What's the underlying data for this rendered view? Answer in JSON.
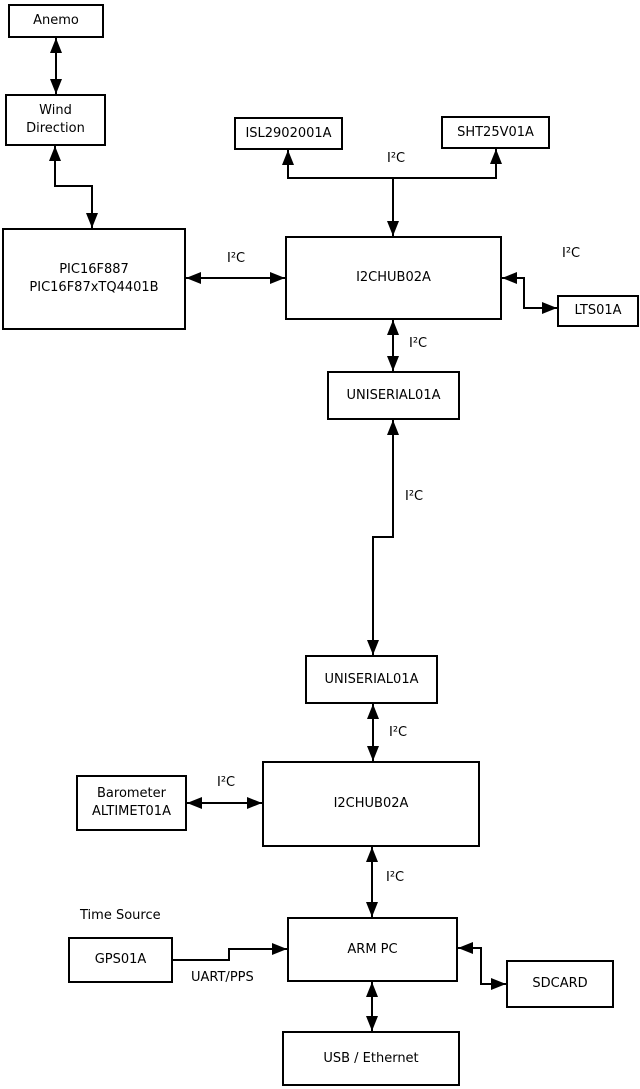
{
  "boxes": {
    "anemo": "Anemo",
    "wind_direction": "Wind\nDirection",
    "pic": "PIC16F887\nPIC16F87xTQ4401B",
    "isl": "ISL2902001A",
    "sht": "SHT25V01A",
    "hub1": "I2CHUB02A",
    "lts": "LTS01A",
    "uniserial1": "UNISERIAL01A",
    "uniserial2": "UNISERIAL01A",
    "hub2": "I2CHUB02A",
    "barometer": "Barometer\nALTIMET01A",
    "gps": "GPS01A",
    "armpc": "ARM PC",
    "sdcard": "SDCARD",
    "usb_ethernet": "USB / Ethernet"
  },
  "labels": {
    "time_source": "Time Source",
    "uart_pps": "UART/PPS",
    "i2c_sensor_bus": "I²C",
    "i2c_pic_hub1": "I²C",
    "i2c_hub1_lts": "I²C",
    "i2c_hub1_uniserial1": "I²C",
    "i2c_uniserial_link": "I²C",
    "i2c_uniserial2_hub2": "I²C",
    "i2c_barometer_hub2": "I²C",
    "i2c_hub2_armpc": "I²C"
  },
  "colors": {
    "line": "#000000",
    "box_border": "#000000",
    "box_fill": "#ffffff",
    "background": "#ffffff",
    "text": "#000000"
  }
}
